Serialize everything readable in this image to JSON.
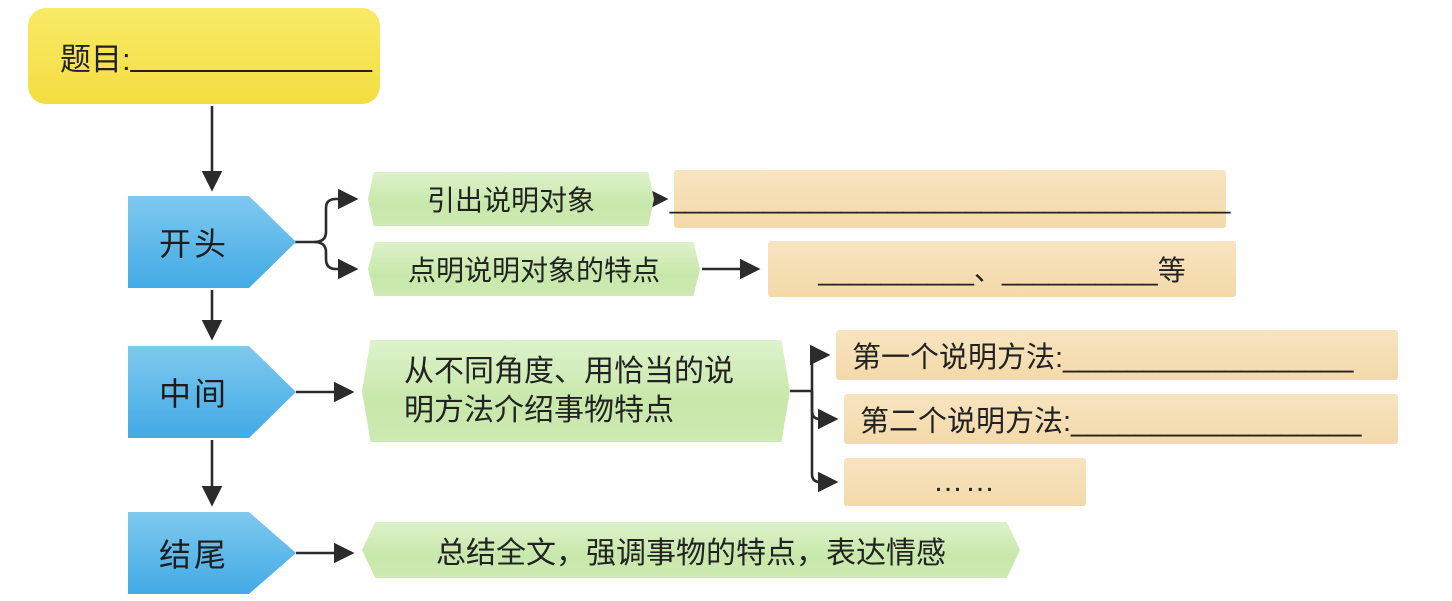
{
  "flowchart": {
    "title_box": {
      "label": "题目:",
      "blank": "______________"
    },
    "beginning": {
      "stage": "开头",
      "branches": [
        {
          "label": "引出说明对象",
          "blank": "____________________________________"
        },
        {
          "label": "点明说明对象的特点",
          "blank": "__________、__________等"
        }
      ]
    },
    "middle": {
      "stage": "中间",
      "description": "从不同角度、用恰当的说明方法介绍事物特点",
      "methods": [
        "第一个说明方法:__________________",
        "第二个说明方法:__________________",
        "……"
      ]
    },
    "ending": {
      "stage": "结尾",
      "description": "总结全文，强调事物的特点，表达情感"
    }
  },
  "colors": {
    "title_fill": "#f5e04a",
    "stage_fill": "#56b7ea",
    "label_fill_green": "#cdeab2",
    "blank_fill_orange": "#f6dfb6",
    "connector": "#2b2b2b",
    "text": "#222222"
  }
}
